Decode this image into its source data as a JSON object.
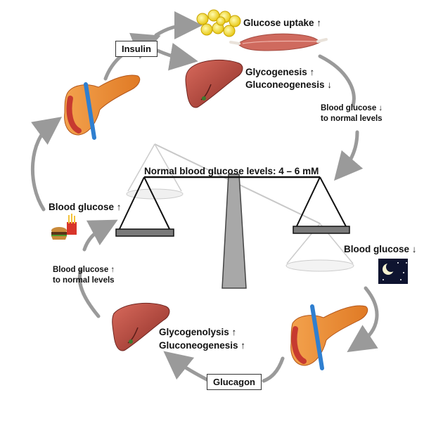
{
  "scale": {
    "title": "Normal blood glucose levels: 4 – 6 mM"
  },
  "insulin_pathway": {
    "hormone": "Insulin",
    "effect_uptake": "Glucose uptake ↑",
    "effect_glycogenesis": "Glycogenesis ↑",
    "effect_gluconeogenesis": "Gluconeogenesis ↓",
    "result_line1": "Blood glucose ↓",
    "result_line2": "to normal levels"
  },
  "glucagon_pathway": {
    "hormone": "Glucagon",
    "effect_glycogenolysis": "Glycogenolysis ↑",
    "effect_gluconeogenesis": "Gluconeogenesis ↑",
    "result_line1": "Blood glucose ↑",
    "result_line2": "to normal levels"
  },
  "trigger_high": "Blood glucose ↑",
  "trigger_low": "Blood glucose ↓",
  "icons": {
    "fat_cells": "fat-cells-icon",
    "muscle": "muscle-icon",
    "liver": "liver-icon",
    "pancreas": "pancreas-icon",
    "food": "fast-food-icon",
    "night": "night-sky-icon"
  },
  "colors": {
    "arrow": "#9a9a9a",
    "liver": "#b8453a",
    "pancreas": "#e98b3a",
    "pancreas_vessel": "#2f7fd0",
    "fat": "#f4e23a",
    "muscle": "#cf6a5e",
    "night": "#0e1430"
  }
}
